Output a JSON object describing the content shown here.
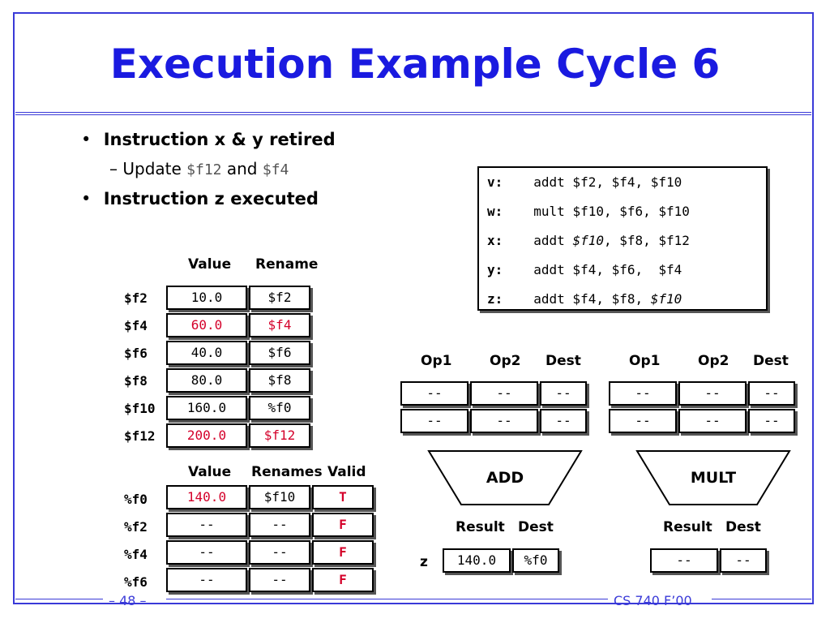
{
  "slide": {
    "title": "Execution Example Cycle 6",
    "bullets": {
      "b1": "Instruction x & y retired",
      "sub_prefix": "– Update ",
      "sub_reg1": "$f12",
      "sub_and": " and ",
      "sub_reg2": "$f4",
      "b2": "Instruction z executed"
    },
    "bullet_glyph": "•"
  },
  "register_table": {
    "headers": [
      "Value",
      "Rename"
    ],
    "rows": [
      {
        "reg": "$f2",
        "value": "10.0",
        "rename": "$f2",
        "highlight": false
      },
      {
        "reg": "$f4",
        "value": "60.0",
        "rename": "$f4",
        "highlight": true
      },
      {
        "reg": "$f6",
        "value": "40.0",
        "rename": "$f6",
        "highlight": false
      },
      {
        "reg": "$f8",
        "value": "80.0",
        "rename": "$f8",
        "highlight": false
      },
      {
        "reg": "$f10",
        "value": "160.0",
        "rename": "%f0",
        "highlight": false
      },
      {
        "reg": "$f12",
        "value": "200.0",
        "rename": "$f12",
        "highlight": true
      }
    ]
  },
  "rename_table": {
    "headers": [
      "Value",
      "Renames",
      "Valid"
    ],
    "rows": [
      {
        "reg": "%f0",
        "value": "140.0",
        "renames": "$f10",
        "valid": "T"
      },
      {
        "reg": "%f2",
        "value": "--",
        "renames": "--",
        "valid": "F"
      },
      {
        "reg": "%f4",
        "value": "--",
        "renames": "--",
        "valid": "F"
      },
      {
        "reg": "%f6",
        "value": "--",
        "renames": "--",
        "valid": "F"
      }
    ]
  },
  "program": {
    "lines": [
      {
        "label": "v:",
        "op": "addt",
        "args": " $f2, $f4, $f10",
        "italic": ""
      },
      {
        "label": "w:",
        "op": "mult",
        "args": "$f10, $f6, $f10",
        "italic": ""
      },
      {
        "label": "x:",
        "op": "addt",
        "args_pre": "",
        "italic": "$f10",
        "args_post": ", $f8, $f12"
      },
      {
        "label": "y:",
        "op": "addt",
        "args": " $f4, $f6,  $f4",
        "italic": ""
      },
      {
        "label": "z:",
        "op": "addt",
        "args_pre": " $f4, $f8, ",
        "italic": "$f10",
        "args_post": ""
      }
    ]
  },
  "add_unit": {
    "headers": [
      "Op1",
      "Op2",
      "Dest"
    ],
    "rows": [
      [
        "--",
        "--",
        "--"
      ],
      [
        "--",
        "--",
        "--"
      ]
    ],
    "label": "ADD",
    "result_headers": [
      "Result",
      "Dest"
    ],
    "result_tag": "z",
    "result": [
      "140.0",
      "%f0"
    ]
  },
  "mult_unit": {
    "headers": [
      "Op1",
      "Op2",
      "Dest"
    ],
    "rows": [
      [
        "--",
        "--",
        "--"
      ],
      [
        "--",
        "--",
        "--"
      ]
    ],
    "label": "MULT",
    "result_headers": [
      "Result",
      "Dest"
    ],
    "result": [
      "--",
      "--"
    ]
  },
  "footer": {
    "page": "– 48 –",
    "course": "CS 740 F’00"
  },
  "colors": {
    "title": "#1a1ae0",
    "frame": "#3a3ad8",
    "highlight": "#d4002a"
  }
}
